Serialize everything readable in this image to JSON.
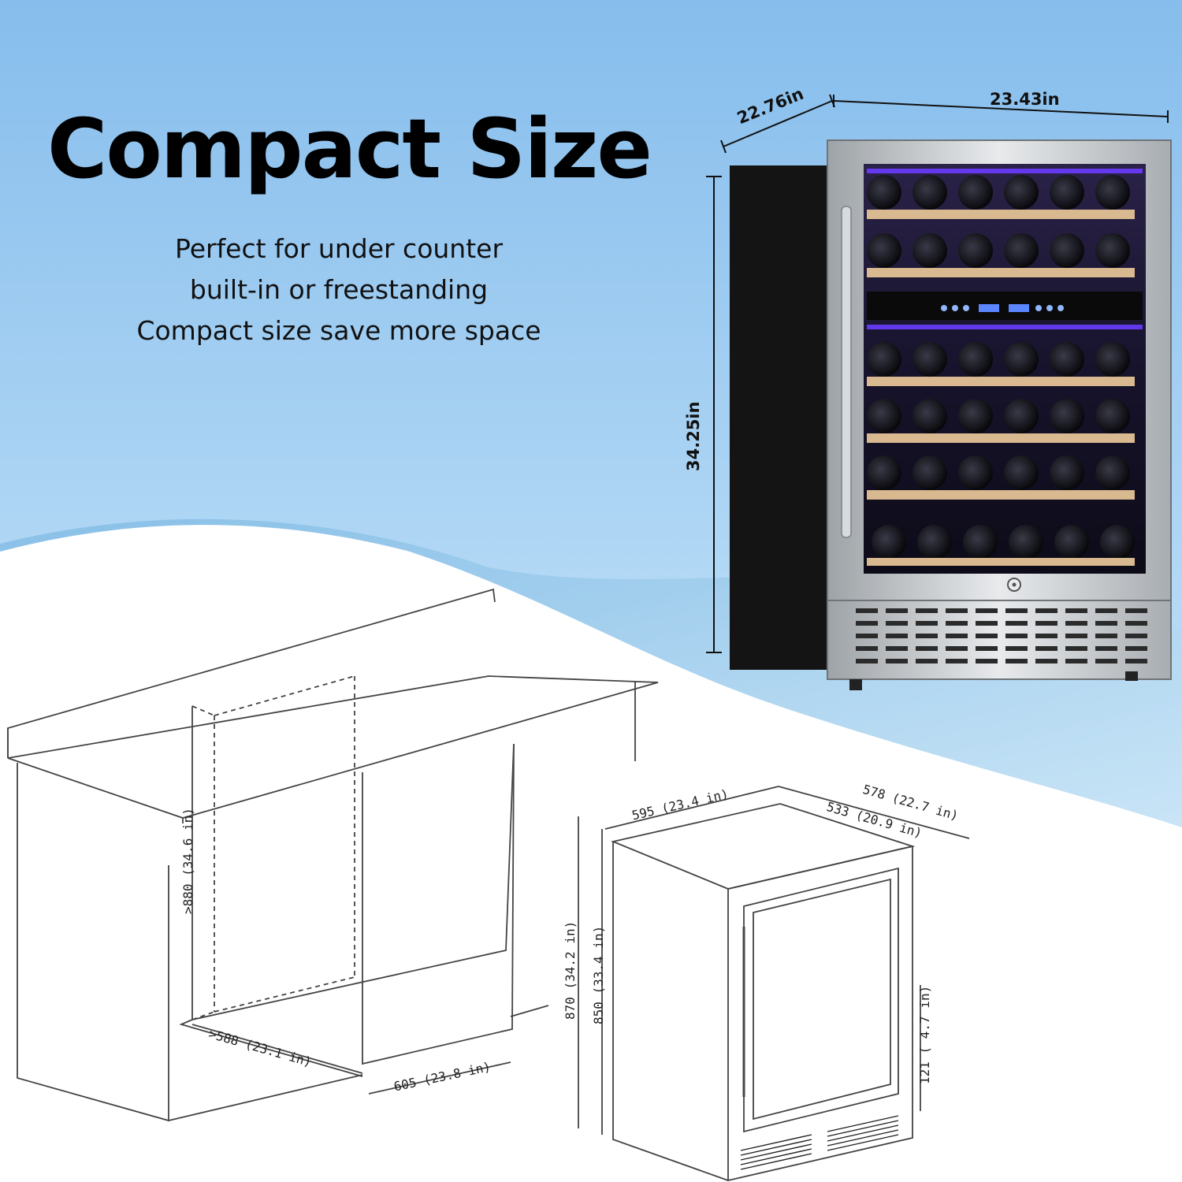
{
  "headline": "Compact Size",
  "subtitle_lines": [
    "Perfect for under counter",
    "built-in or freestanding",
    "Compact size save more space"
  ],
  "product_dimensions": {
    "depth": "22.76in",
    "width": "23.43in",
    "height": "34.25in"
  },
  "cabinet_drawing": {
    "min_height": ">880 (34.6 in)",
    "min_depth": ">588 (23.1 in)",
    "width": "605 (23.8 in)"
  },
  "unit_drawing": {
    "width": "595 (23.4 in)",
    "depth_total": "578 (22.7 in)",
    "depth_body": "533 (20.9 in)",
    "height_total": "870 (34.2 in)",
    "height_body": "850 (33.4 in)",
    "base_height": "121 ( 4.7 in)"
  },
  "colors": {
    "sky_top": "#8ec3ef",
    "sky_bottom": "#dbeefb",
    "ice_blue": "#a9d4ee",
    "cabinet_black": "#1a1a1a",
    "steel": "#c9ccce",
    "led_purple": "#6a3cff",
    "shelf_wood": "#d9b98f"
  },
  "icons": [
    "lock-icon",
    "control-panel-display"
  ]
}
